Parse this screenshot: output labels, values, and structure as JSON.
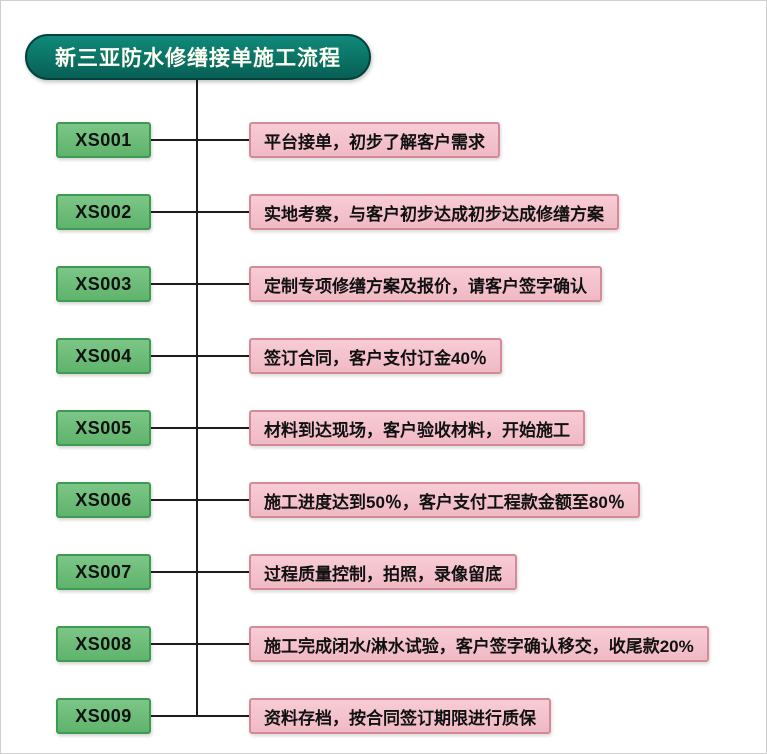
{
  "title": "新三亚防水修缮接单施工流程",
  "colors": {
    "title_bg": "#0a7d70",
    "title_border": "#03423c",
    "title_text": "#fffff2",
    "step_bg": "#6ebe79",
    "step_border": "#3e9a50",
    "desc_bg": "#f5c3cd",
    "desc_border": "#d48b97",
    "line": "#1c1c1c"
  },
  "rows": [
    {
      "code": "XS001",
      "description": "平台接单，初步了解客户需求"
    },
    {
      "code": "XS002",
      "description": "实地考察，与客户初步达成初步达成修缮方案"
    },
    {
      "code": "XS003",
      "description": "定制专项修缮方案及报价，请客户签字确认"
    },
    {
      "code": "XS004",
      "description": "签订合同，客户支付订金40％"
    },
    {
      "code": "XS005",
      "description": "材料到达现场，客户验收材料，开始施工"
    },
    {
      "code": "XS006",
      "description": "施工进度达到50％，客户支付工程款金额至80％"
    },
    {
      "code": "XS007",
      "description": "过程质量控制，拍照，录像留底"
    },
    {
      "code": "XS008",
      "description": "施工完成闭水/淋水试验，客户签字确认移交，收尾款20%"
    },
    {
      "code": "XS009",
      "description": "资料存档，按合同签订期限进行质保"
    }
  ]
}
